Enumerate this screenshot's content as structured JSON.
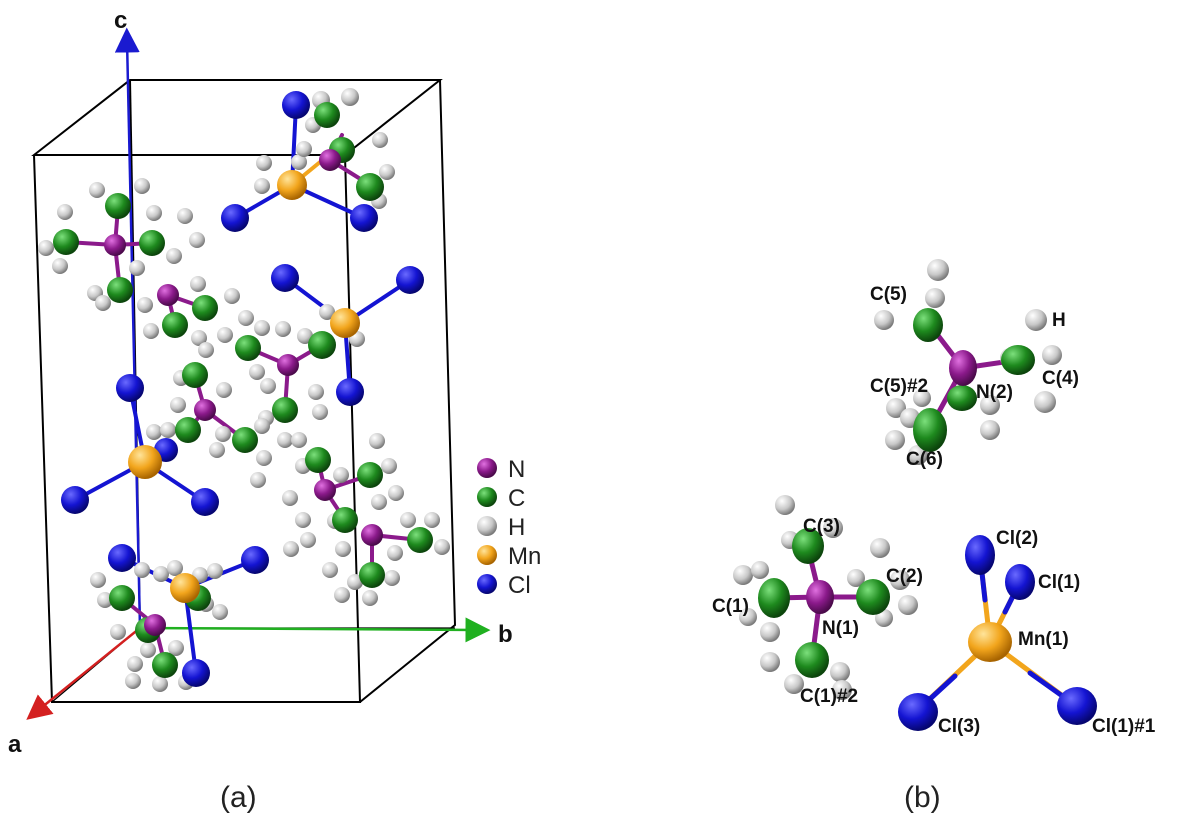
{
  "panel_a": {
    "caption": "(a)",
    "axes": {
      "a": "a",
      "b": "b",
      "c": "c"
    },
    "legend": [
      {
        "symbol": "N",
        "color": "#8b1a8b"
      },
      {
        "symbol": "C",
        "color": "#1e8a1e"
      },
      {
        "symbol": "H",
        "color": "#c8c8c8"
      },
      {
        "symbol": "Mn",
        "color": "#f2a51c"
      },
      {
        "symbol": "Cl",
        "color": "#1414d2"
      }
    ]
  },
  "panel_b": {
    "caption": "(b)",
    "labels": {
      "c5": "C(5)",
      "h": "H",
      "c5_2": "C(5)#2",
      "c4": "C(4)",
      "n2": "N(2)",
      "c6": "C(6)",
      "c3": "C(3)",
      "c2": "C(2)",
      "c1": "C(1)",
      "n1": "N(1)",
      "c1_2": "C(1)#2",
      "cl2": "Cl(2)",
      "cl1": "Cl(1)",
      "mn1": "Mn(1)",
      "cl3": "Cl(3)",
      "cl1_1": "Cl(1)#1"
    }
  },
  "colors": {
    "N": "#8b1a8b",
    "C": "#1e8a1e",
    "H": "#c8c8c8",
    "Mn": "#f2a51c",
    "Cl": "#1414d2",
    "axis_a": "#d42020",
    "axis_b": "#20b020",
    "axis_c": "#1a1ad0"
  }
}
